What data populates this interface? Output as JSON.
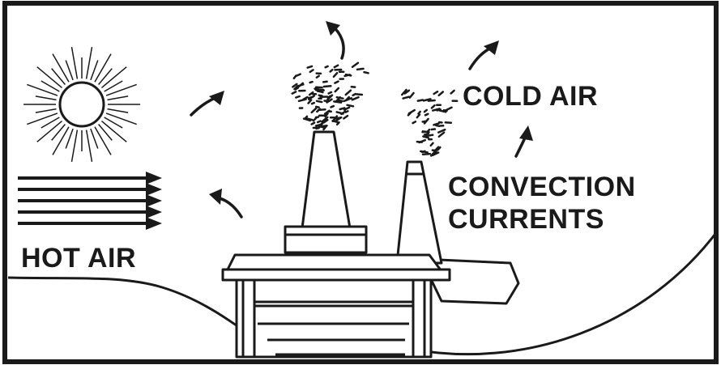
{
  "labels": {
    "cold_air": "COLD AIR",
    "convection_line1": "CONVECTION",
    "convection_line2": "CURRENTS",
    "hot_air": "HOT AIR"
  },
  "colors": {
    "ink": "#1a1a1a",
    "background": "#ffffff"
  }
}
